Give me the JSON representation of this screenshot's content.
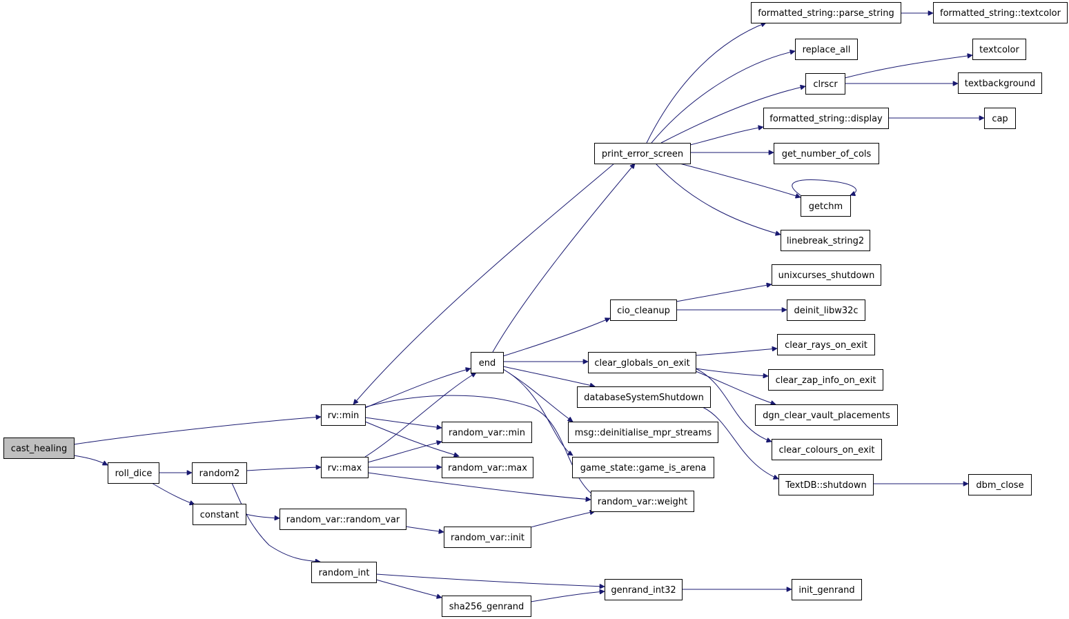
{
  "diagram": {
    "root": "cast_healing",
    "colors": {
      "edge": "#191970",
      "root_fill": "#bfbfbf",
      "node_fill": "#ffffff",
      "border": "#000000"
    },
    "nodes": {
      "cast_healing": "cast_healing",
      "roll_dice": "roll_dice",
      "random2": "random2",
      "constant": "constant",
      "random_int": "random_int",
      "rv_min": "rv::min",
      "rv_max": "rv::max",
      "end": "end",
      "random_var_min": "random_var::min",
      "random_var_max": "random_var::max",
      "random_var_weight": "random_var::weight",
      "random_var_random_var": "random_var::random_var",
      "random_var_init": "random_var::init",
      "sha256_genrand": "sha256_genrand",
      "genrand_int32": "genrand_int32",
      "init_genrand": "init_genrand",
      "print_error_screen": "print_error_screen",
      "fs_parse_string": "formatted_string::parse_string",
      "fs_textcolor": "formatted_string::textcolor",
      "replace_all": "replace_all",
      "clrscr": "clrscr",
      "textcolor": "textcolor",
      "textbackground": "textbackground",
      "fs_display": "formatted_string::display",
      "cap": "cap",
      "get_number_of_cols": "get_number_of_cols",
      "getchm": "getchm",
      "linebreak_string2": "linebreak_string2",
      "cio_cleanup": "cio_cleanup",
      "unixcurses_shutdown": "unixcurses_shutdown",
      "deinit_libw32c": "deinit_libw32c",
      "clear_globals_on_exit": "clear_globals_on_exit",
      "clear_rays_on_exit": "clear_rays_on_exit",
      "clear_zap_info_on_exit": "clear_zap_info_on_exit",
      "dgn_clear_vault_placements": "dgn_clear_vault_placements",
      "clear_colours_on_exit": "clear_colours_on_exit",
      "databaseSystemShutdown": "databaseSystemShutdown",
      "msg_deinit": "msg::deinitialise_mpr_streams",
      "game_is_arena": "game_state::game_is_arena",
      "textdb_shutdown": "TextDB::shutdown",
      "dbm_close": "dbm_close"
    },
    "edges": [
      [
        "cast_healing",
        "rv_min"
      ],
      [
        "cast_healing",
        "roll_dice"
      ],
      [
        "roll_dice",
        "random2"
      ],
      [
        "roll_dice",
        "constant"
      ],
      [
        "random2",
        "rv_max"
      ],
      [
        "random2",
        "random_int"
      ],
      [
        "constant",
        "random_var_random_var"
      ],
      [
        "random_var_random_var",
        "random_var_init"
      ],
      [
        "random_var_init",
        "random_var_weight"
      ],
      [
        "random_int",
        "genrand_int32"
      ],
      [
        "random_int",
        "sha256_genrand"
      ],
      [
        "sha256_genrand",
        "genrand_int32"
      ],
      [
        "genrand_int32",
        "init_genrand"
      ],
      [
        "rv_min",
        "end"
      ],
      [
        "rv_min",
        "random_var_min"
      ],
      [
        "rv_min",
        "random_var_max"
      ],
      [
        "rv_min",
        "random_var_weight"
      ],
      [
        "rv_max",
        "end"
      ],
      [
        "rv_max",
        "random_var_min"
      ],
      [
        "rv_max",
        "random_var_max"
      ],
      [
        "rv_max",
        "random_var_weight"
      ],
      [
        "print_error_screen",
        "rv_min"
      ],
      [
        "end",
        "print_error_screen"
      ],
      [
        "end",
        "cio_cleanup"
      ],
      [
        "end",
        "clear_globals_on_exit"
      ],
      [
        "end",
        "databaseSystemShutdown"
      ],
      [
        "end",
        "msg_deinit"
      ],
      [
        "end",
        "game_is_arena"
      ],
      [
        "print_error_screen",
        "fs_parse_string"
      ],
      [
        "fs_parse_string",
        "fs_textcolor"
      ],
      [
        "print_error_screen",
        "replace_all"
      ],
      [
        "print_error_screen",
        "clrscr"
      ],
      [
        "clrscr",
        "textcolor"
      ],
      [
        "clrscr",
        "textbackground"
      ],
      [
        "print_error_screen",
        "fs_display"
      ],
      [
        "fs_display",
        "cap"
      ],
      [
        "print_error_screen",
        "get_number_of_cols"
      ],
      [
        "print_error_screen",
        "getchm"
      ],
      [
        "getchm",
        "getchm"
      ],
      [
        "print_error_screen",
        "linebreak_string2"
      ],
      [
        "cio_cleanup",
        "unixcurses_shutdown"
      ],
      [
        "cio_cleanup",
        "deinit_libw32c"
      ],
      [
        "clear_globals_on_exit",
        "clear_rays_on_exit"
      ],
      [
        "clear_globals_on_exit",
        "clear_zap_info_on_exit"
      ],
      [
        "clear_globals_on_exit",
        "dgn_clear_vault_placements"
      ],
      [
        "clear_globals_on_exit",
        "clear_colours_on_exit"
      ],
      [
        "databaseSystemShutdown",
        "textdb_shutdown"
      ],
      [
        "textdb_shutdown",
        "dbm_close"
      ]
    ]
  }
}
